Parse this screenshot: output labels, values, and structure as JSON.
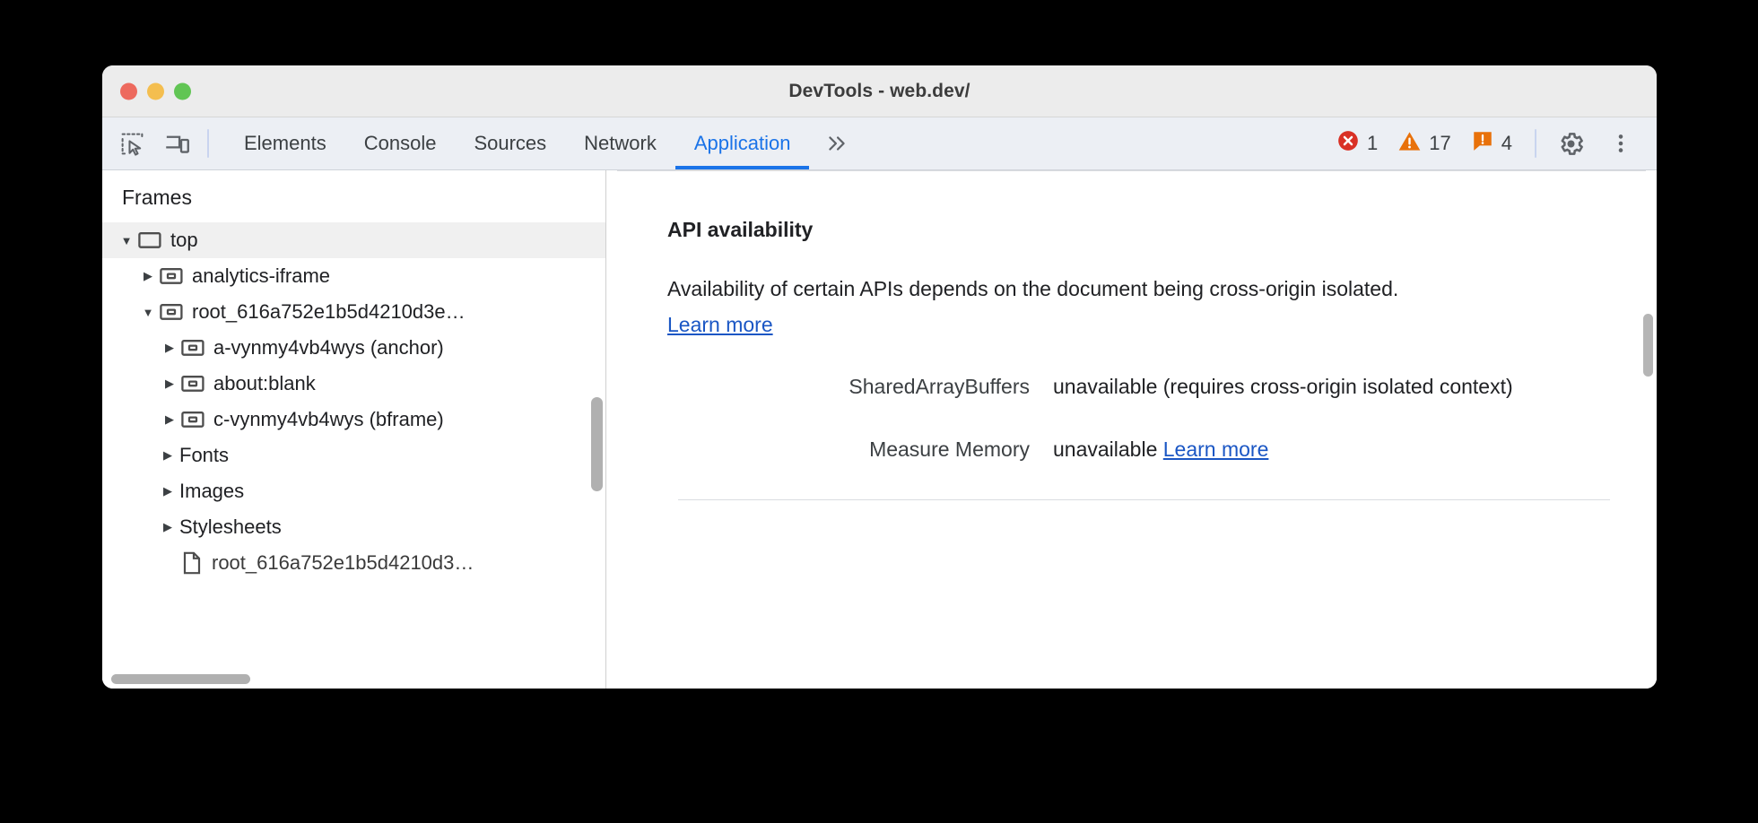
{
  "window": {
    "title": "DevTools - web.dev/",
    "traffic_lights": [
      "close-button",
      "minimize-button",
      "zoom-button"
    ]
  },
  "toolbar": {
    "inspect_icon": "inspect-element-icon",
    "device_icon": "device-toolbar-icon",
    "tabs": [
      {
        "label": "Elements",
        "active": false
      },
      {
        "label": "Console",
        "active": false
      },
      {
        "label": "Sources",
        "active": false
      },
      {
        "label": "Network",
        "active": false
      },
      {
        "label": "Application",
        "active": true
      }
    ],
    "overflow_label": "»",
    "badges": [
      {
        "name": "errors",
        "icon": "error-icon",
        "count": "1",
        "color": "#d93025"
      },
      {
        "name": "warnings",
        "icon": "warning-icon",
        "count": "17",
        "color": "#e8710a"
      },
      {
        "name": "issues",
        "icon": "issue-icon",
        "count": "4",
        "color": "#e8710a"
      }
    ],
    "settings_icon": "gear-icon",
    "more_icon": "kebab-menu-icon",
    "accent_color": "#1a73e8"
  },
  "sidebar": {
    "title": "Frames",
    "tree": [
      {
        "label": "top",
        "indent": 0,
        "twisty": "expanded",
        "icon": "frame-window-icon",
        "selected": true
      },
      {
        "label": "analytics-iframe",
        "indent": 1,
        "twisty": "collapsed",
        "icon": "iframe-icon",
        "selected": false
      },
      {
        "label": "root_616a752e1b5d4210d3e…",
        "indent": 1,
        "twisty": "expanded",
        "icon": "iframe-icon",
        "selected": false
      },
      {
        "label": "a-vynmy4vb4wys (anchor)",
        "indent": 2,
        "twisty": "collapsed",
        "icon": "iframe-icon",
        "selected": false
      },
      {
        "label": "about:blank",
        "indent": 2,
        "twisty": "collapsed",
        "icon": "iframe-icon",
        "selected": false
      },
      {
        "label": "c-vynmy4vb4wys (bframe)",
        "indent": 2,
        "twisty": "collapsed",
        "icon": "iframe-icon",
        "selected": false
      },
      {
        "label": "Fonts",
        "indent": 1,
        "twisty": "collapsed",
        "icon": "none",
        "selected": false,
        "group": true
      },
      {
        "label": "Images",
        "indent": 1,
        "twisty": "collapsed",
        "icon": "none",
        "selected": false,
        "group": true
      },
      {
        "label": "Stylesheets",
        "indent": 1,
        "twisty": "collapsed",
        "icon": "none",
        "selected": false,
        "group": true
      },
      {
        "label": "root_616a752e1b5d4210d3…",
        "indent": 2,
        "twisty": "empty",
        "icon": "document-icon",
        "selected": false,
        "clipped": true
      }
    ]
  },
  "main": {
    "heading": "API availability",
    "description_part1": "Availability of certain APIs depends on the document being cross-origin isolated. ",
    "description_link": "Learn more",
    "rows": [
      {
        "key": "SharedArrayBuffers",
        "value": "unavailable",
        "note": "(requires cross-origin isolated context)",
        "link": ""
      },
      {
        "key": "Measure Memory",
        "value": "unavailable",
        "note": "",
        "link": "Learn more"
      }
    ]
  }
}
